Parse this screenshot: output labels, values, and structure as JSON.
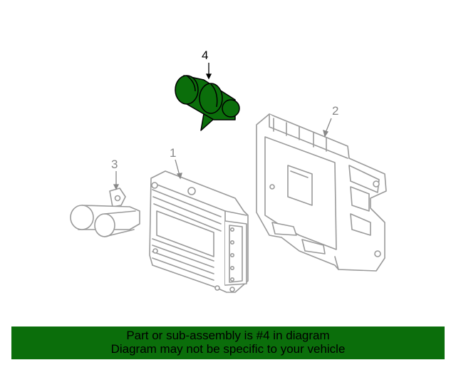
{
  "colors": {
    "highlight": "#0b6e0b",
    "part_outline": "#9a9a9a",
    "callout_gray": "#888888",
    "banner_bg": "#0b6e0b"
  },
  "callouts": {
    "part1": "1",
    "part2": "2",
    "part3": "3",
    "part4": "4"
  },
  "banner": {
    "line1": "Part or sub-assembly is #4 in diagram",
    "line2": "Diagram may not be specific to your vehicle"
  }
}
